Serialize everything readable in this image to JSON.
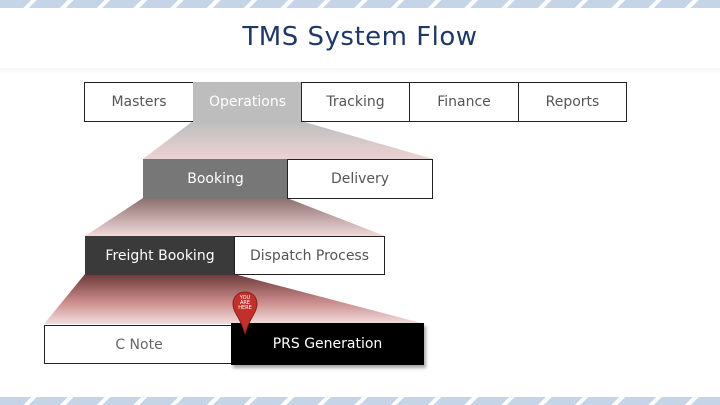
{
  "title": "TMS System Flow",
  "level1": {
    "items": [
      "Masters",
      "Operations",
      "Tracking",
      "Finance",
      "Reports"
    ],
    "selected": "Operations"
  },
  "level2": {
    "items": [
      "Booking",
      "Delivery"
    ],
    "selected": "Booking"
  },
  "level3": {
    "items": [
      "Freight Booking",
      "Dispatch Process"
    ],
    "selected": "Freight Booking"
  },
  "level4": {
    "items": [
      "C Note",
      "PRS Generation"
    ],
    "current": "PRS Generation"
  },
  "marker": {
    "line1": "YOU",
    "line2": "ARE",
    "line3": "HERE",
    "color": "#c0312b"
  },
  "colors": {
    "title": "#1f3864",
    "stripe": "#c5d4e6",
    "funnel_light": "#e9c9c9",
    "funnel_dark": "#9a4a4a"
  }
}
